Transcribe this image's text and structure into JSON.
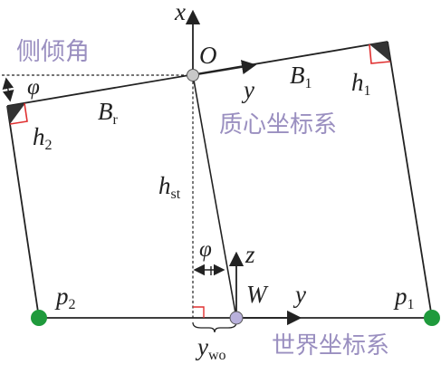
{
  "colors": {
    "line": "#222222",
    "label": "#9a8fc0",
    "wheel": "#1f9a3c",
    "center": "#c8c8c8",
    "world_point": "#b9b1dc",
    "right_angle": "#e03030",
    "corner": "#333333"
  },
  "labels": {
    "roll_angle": "侧倾角",
    "centroid_frame": "质心坐标系",
    "world_frame": "世界坐标系",
    "origin": "O",
    "x_axis": "x",
    "y_axis_top": "y",
    "y_axis_bottom": "y",
    "z_axis": "z",
    "world_origin": "W",
    "phi_top": "φ",
    "phi_bottom": "φ",
    "b_right": {
      "base": "B",
      "sub": "1"
    },
    "b_left": {
      "base": "B",
      "sub": "r"
    },
    "h_right": {
      "base": "h",
      "sub": "1"
    },
    "h_left": {
      "base": "h",
      "sub": "2"
    },
    "h_st": {
      "base": "h",
      "sub": "st"
    },
    "p_left": {
      "base": "p",
      "sub": "2"
    },
    "p_right": {
      "base": "p",
      "sub": "1"
    },
    "y_wo": {
      "base": "y",
      "sub": "wo"
    }
  }
}
